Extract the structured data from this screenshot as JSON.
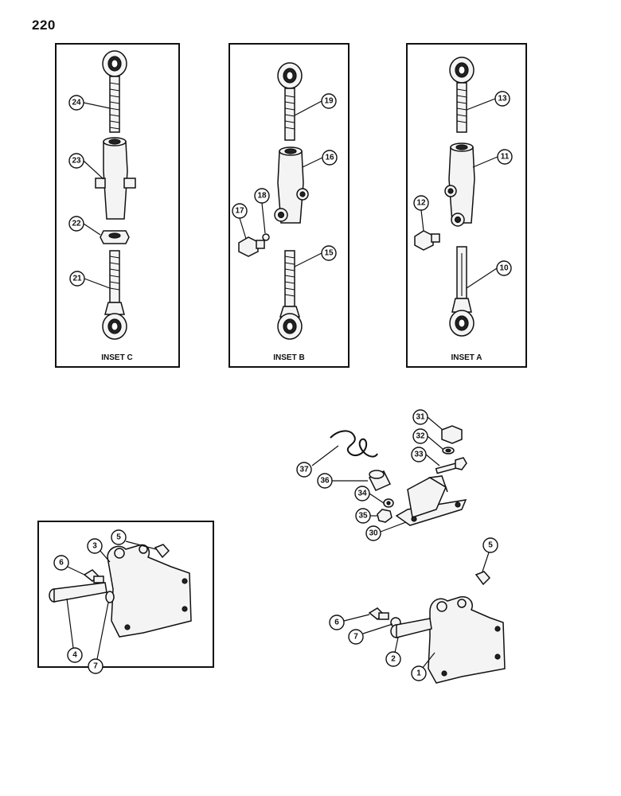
{
  "page": {
    "number": "220"
  },
  "insets": [
    {
      "id": "C",
      "label": "INSET C",
      "parts": [
        "24",
        "23",
        "22",
        "21"
      ]
    },
    {
      "id": "B",
      "label": "INSET B",
      "parts": [
        "19",
        "16",
        "17",
        "18",
        "15"
      ]
    },
    {
      "id": "A",
      "label": "INSET A",
      "parts": [
        "13",
        "11",
        "12",
        "10"
      ]
    }
  ],
  "callouts": {
    "c24": "24",
    "c23": "23",
    "c22": "22",
    "c21": "21",
    "c19": "19",
    "c16": "16",
    "c17": "17",
    "c18": "18",
    "c15": "15",
    "c13": "13",
    "c11": "11",
    "c12": "12",
    "c10": "10",
    "c31": "31",
    "c32": "32",
    "c33": "33",
    "c37": "37",
    "c36": "36",
    "c34": "34",
    "c35": "35",
    "c30": "30",
    "lb3": "3",
    "lb5": "5",
    "lb6": "6",
    "lb4": "4",
    "lb7": "7",
    "rb5": "5",
    "rb6": "6",
    "rb7": "7",
    "rb2": "2",
    "rb1": "1"
  }
}
